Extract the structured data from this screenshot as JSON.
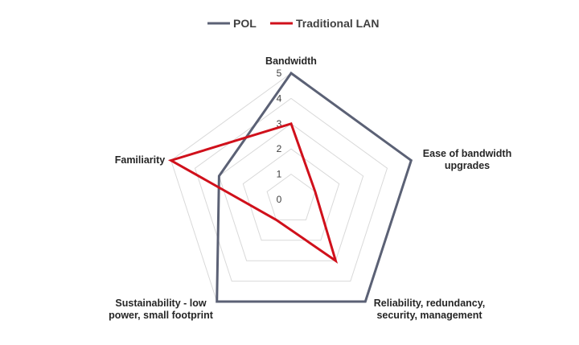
{
  "chart_data": {
    "type": "radar",
    "axes": [
      [
        "Bandwidth"
      ],
      [
        "Ease of bandwidth",
        "upgrades"
      ],
      [
        "Reliability, redundancy,",
        "security, management"
      ],
      [
        "Sustainability - low",
        "power, small footprint"
      ],
      [
        "Familiarity"
      ]
    ],
    "rlim": [
      0,
      5
    ],
    "ticks": [
      "0",
      "1",
      "2",
      "3",
      "4",
      "5"
    ],
    "grid": true,
    "legend": "top",
    "series": [
      {
        "name": "POL",
        "color": "#5b6175",
        "values": [
          5,
          5,
          5,
          5,
          3
        ]
      },
      {
        "name": "Traditional LAN",
        "color": "#d0101b",
        "values": [
          3,
          1,
          3,
          1,
          5
        ]
      }
    ]
  }
}
